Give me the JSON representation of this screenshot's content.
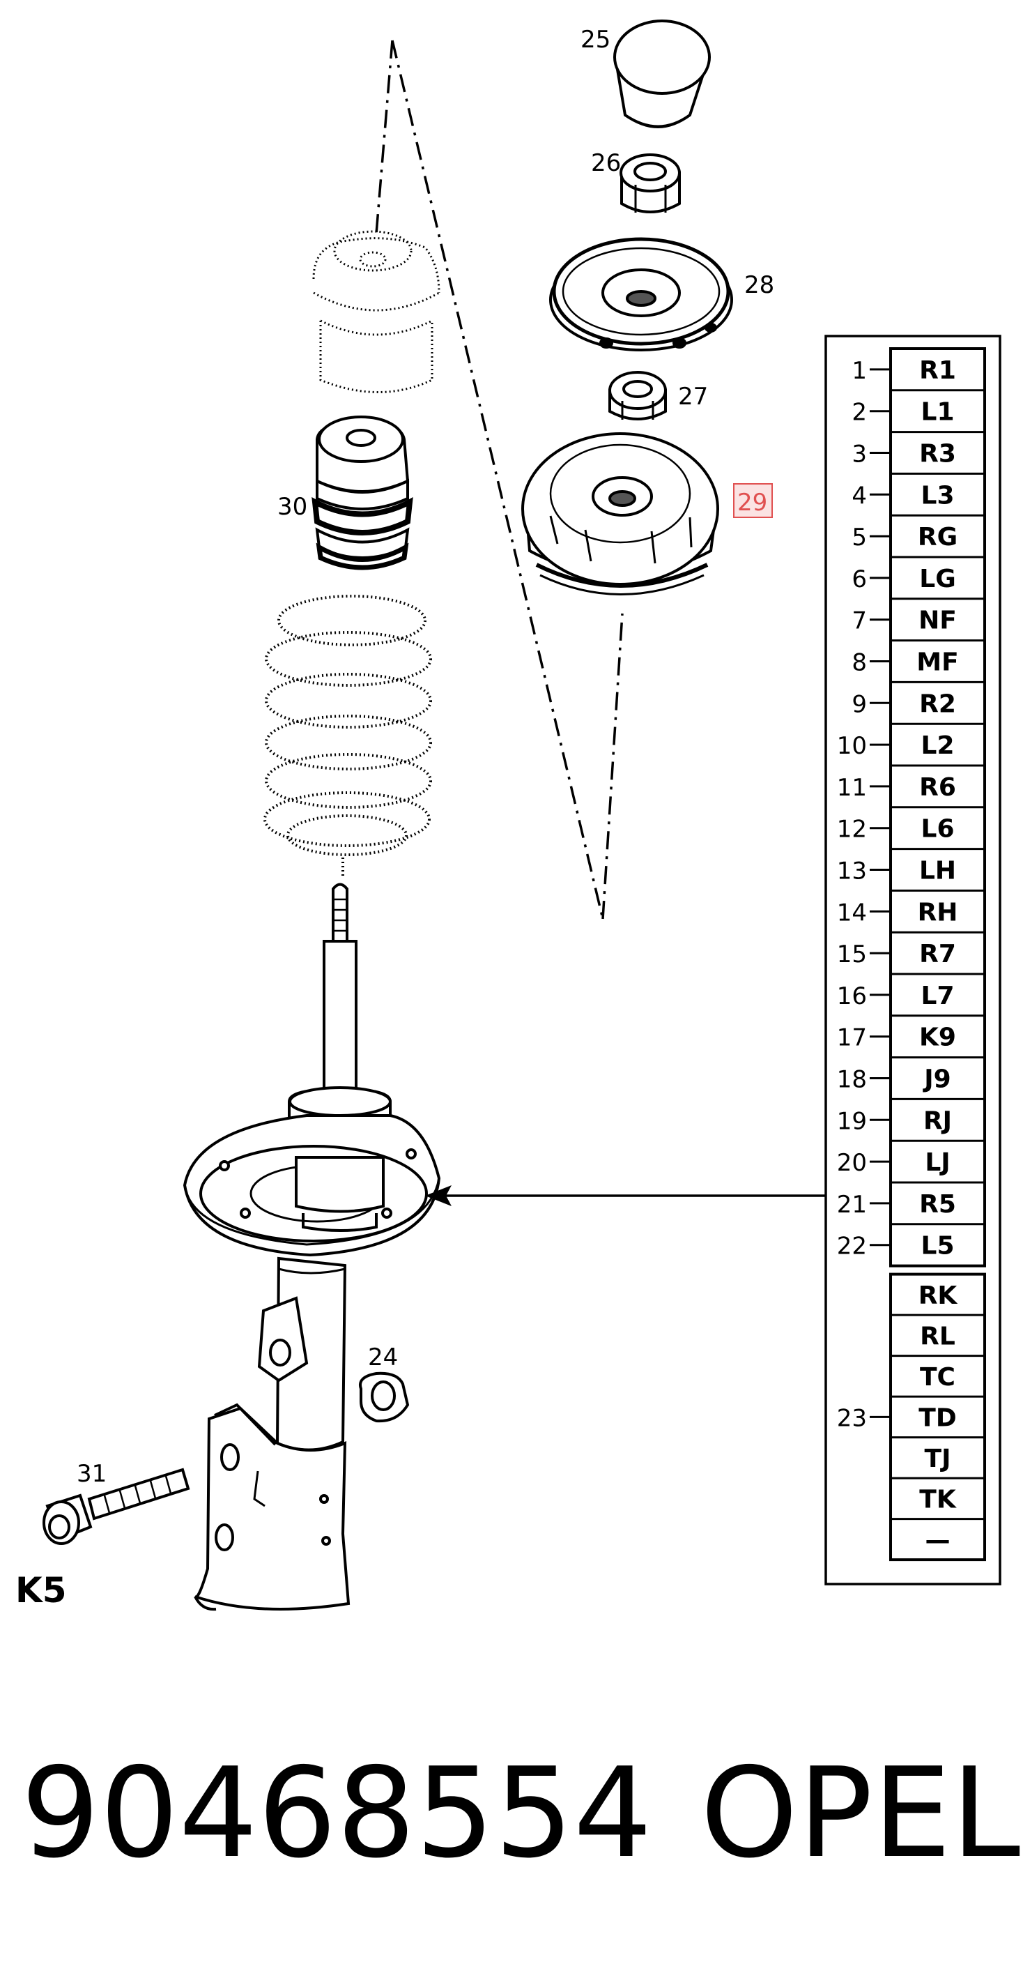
{
  "diagram": {
    "callouts": [
      {
        "id": "25",
        "label": "25"
      },
      {
        "id": "26",
        "label": "26"
      },
      {
        "id": "28",
        "label": "28"
      },
      {
        "id": "27",
        "label": "27"
      },
      {
        "id": "29",
        "label": "29",
        "highlighted": true
      },
      {
        "id": "30",
        "label": "30"
      },
      {
        "id": "24",
        "label": "24"
      },
      {
        "id": "31",
        "label": "31"
      }
    ],
    "section_code": "K5",
    "highlight_color": "#e05050"
  },
  "variant_table": {
    "rows": [
      {
        "num": "1",
        "code": "R1"
      },
      {
        "num": "2",
        "code": "L1"
      },
      {
        "num": "3",
        "code": "R3"
      },
      {
        "num": "4",
        "code": "L3"
      },
      {
        "num": "5",
        "code": "RG"
      },
      {
        "num": "6",
        "code": "LG"
      },
      {
        "num": "7",
        "code": "NF"
      },
      {
        "num": "8",
        "code": "MF"
      },
      {
        "num": "9",
        "code": "R2"
      },
      {
        "num": "10",
        "code": "L2"
      },
      {
        "num": "11",
        "code": "R6"
      },
      {
        "num": "12",
        "code": "L6"
      },
      {
        "num": "13",
        "code": "LH"
      },
      {
        "num": "14",
        "code": "RH"
      },
      {
        "num": "15",
        "code": "R7"
      },
      {
        "num": "16",
        "code": "L7"
      },
      {
        "num": "17",
        "code": "K9"
      },
      {
        "num": "18",
        "code": "J9"
      },
      {
        "num": "19",
        "code": "RJ"
      },
      {
        "num": "20",
        "code": "LJ"
      },
      {
        "num": "21",
        "code": "R5"
      },
      {
        "num": "22",
        "code": "L5"
      }
    ],
    "group": {
      "num": "23",
      "codes": [
        "RK",
        "RL",
        "TC",
        "TD",
        "TJ",
        "TK",
        "—"
      ]
    }
  },
  "footer": {
    "part_number": "90468554",
    "brand": "OPEL"
  }
}
